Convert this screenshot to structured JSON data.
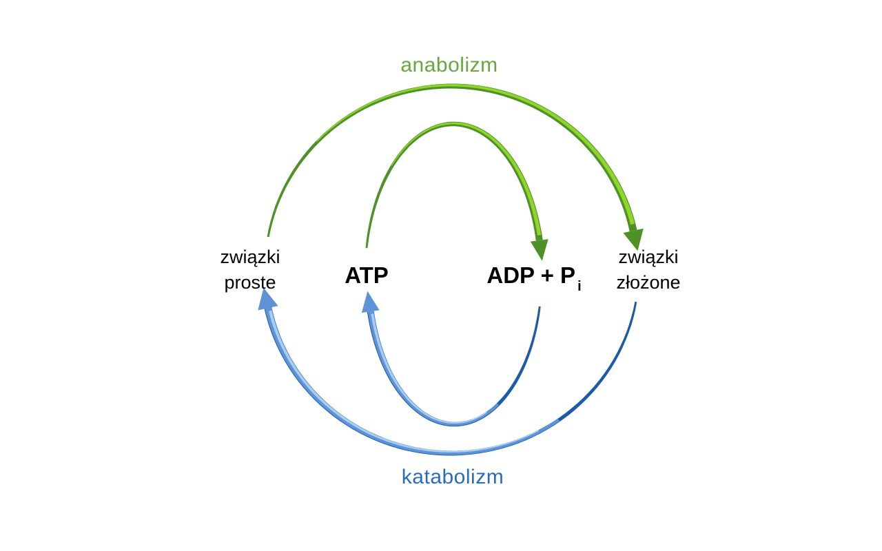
{
  "diagram": {
    "top_label": "anabolizm",
    "bottom_label": "katabolizm",
    "nodes": {
      "left": {
        "line1": "związki",
        "line2": "proste"
      },
      "atp": "ATP",
      "adp": "ADP + P",
      "adp_subscript": "i",
      "right": {
        "line1": "związki",
        "line2": "złożone"
      }
    },
    "edges": [
      {
        "name": "anabolism-outer",
        "from": "związki proste",
        "to": "związki złożone",
        "label": "anabolizm",
        "color_key": "green_dark"
      },
      {
        "name": "anabolism-inner",
        "from": "ATP",
        "to": "ADP + Pi",
        "label": "anabolizm",
        "color_key": "green_dark"
      },
      {
        "name": "catabolism-outer",
        "from": "związki złożone",
        "to": "związki proste",
        "label": "katabolizm",
        "color_key": "blue_dark"
      },
      {
        "name": "catabolism-inner",
        "from": "ADP + Pi",
        "to": "ATP",
        "label": "katabolizm",
        "color_key": "blue_dark"
      }
    ],
    "colors": {
      "green_dark": "#4f9027",
      "green_light": "#90d52c",
      "green_text": "#67a73f",
      "blue_dark": "#1d5ba8",
      "blue_medium": "#5e93d6",
      "blue_light": "#aacdf2",
      "blue_text": "#2a6cb5",
      "node_text": "#000000",
      "background": "#ffffff"
    }
  }
}
